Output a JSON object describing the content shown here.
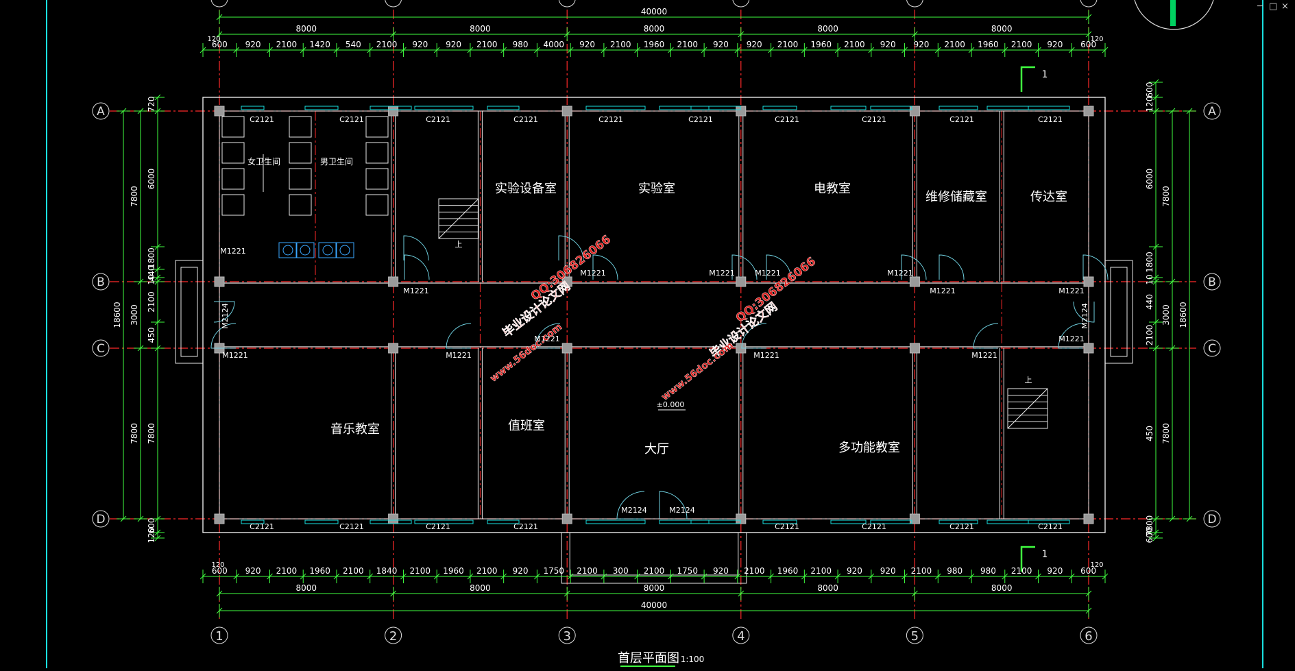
{
  "window": {
    "minimize": "─",
    "maximize": "□",
    "close": "×"
  },
  "drawing": {
    "title": "首层平面图",
    "scale": "1:100",
    "elevation": "±0.000",
    "section_mark": "1",
    "stair_up": "上",
    "axes_numbers": [
      "1",
      "2",
      "3",
      "4",
      "5",
      "6"
    ],
    "axes_letters": [
      "A",
      "B",
      "C",
      "D"
    ],
    "top_total": "40000",
    "top_bays": [
      "8000",
      "8000",
      "8000",
      "8000",
      "8000"
    ],
    "top_detail": [
      "600",
      "920",
      "2100",
      "1420",
      "540",
      "2100",
      "920",
      "920",
      "2100",
      "980",
      "4000",
      "920",
      "2100",
      "1960",
      "2100",
      "920",
      "920",
      "2100",
      "1960",
      "2100",
      "920",
      "920",
      "2100",
      "1960",
      "2100",
      "920",
      "600"
    ],
    "bottom_total": "40000",
    "bottom_bays": [
      "8000",
      "8000",
      "8000",
      "8000",
      "8000"
    ],
    "bottom_detail": [
      "600",
      "920",
      "2100",
      "1960",
      "2100",
      "1840",
      "2100",
      "1960",
      "2100",
      "920",
      "1750",
      "2100",
      "300",
      "2100",
      "1750",
      "920",
      "2100",
      "1960",
      "2100",
      "920",
      "920",
      "2100",
      "980",
      "980",
      "2100",
      "920",
      "600"
    ],
    "edge_120": "120",
    "side_total": "18600",
    "side_spans": [
      "7800",
      "3000",
      "7800"
    ],
    "side_detail_left": [
      "720",
      "6000",
      "1800",
      "440",
      "10",
      "2100",
      "450",
      "7800",
      "600",
      "120"
    ],
    "side_detail_right": [
      "600",
      "120",
      "6000",
      "1800",
      "10",
      "440",
      "2100",
      "450",
      "7800",
      "600"
    ],
    "rooms": [
      {
        "name": "实验设备室"
      },
      {
        "name": "实验室"
      },
      {
        "name": "电教室"
      },
      {
        "name": "维修储藏室"
      },
      {
        "name": "传达室"
      },
      {
        "name": "音乐教室"
      },
      {
        "name": "值班室"
      },
      {
        "name": "大厅"
      },
      {
        "name": "多功能教室"
      },
      {
        "name": "女卫生间"
      },
      {
        "name": "男卫生间"
      }
    ],
    "window_label": "C2121",
    "door_label": "M1221",
    "side_door_label": "M2124",
    "main_door_label": "M2124"
  },
  "watermarks": [
    "毕业设计论文网",
    "www.56doc.com",
    "QQ:306826066"
  ],
  "colors": {
    "background": "#000000",
    "axis": "#ff2a2a",
    "dim": "#40ff40",
    "wall": "#e8e8e8",
    "column": "#9a9a9a",
    "window": "#19e0e0",
    "door": "#6fd0e0",
    "text": "#ffffff",
    "watermark": "#e0201e"
  }
}
